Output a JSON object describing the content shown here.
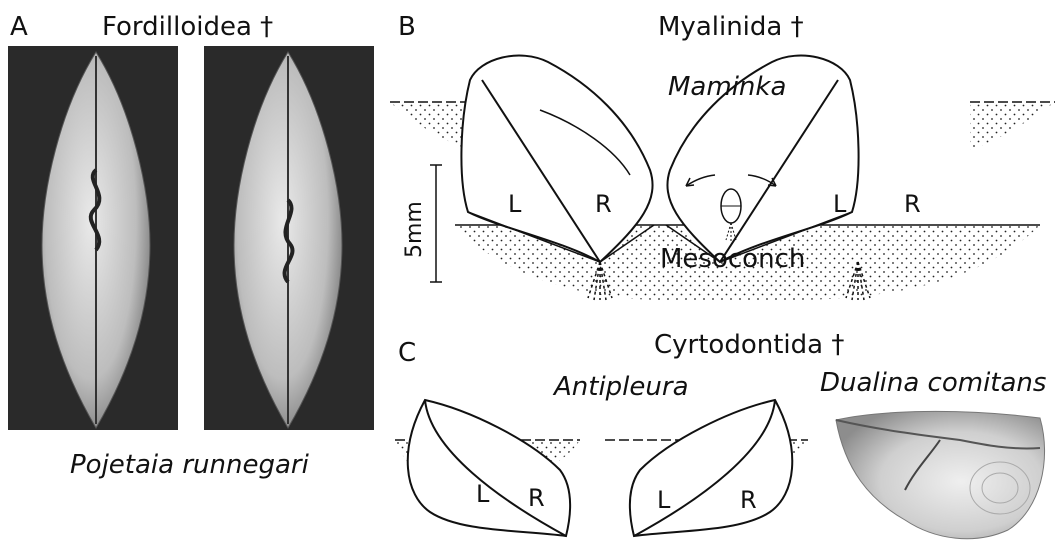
{
  "panel_a": {
    "letter": "A",
    "title": "Fordilloidea †",
    "species": "Pojetaia runnegari"
  },
  "panel_b": {
    "letter": "B",
    "title": "Myalinida †",
    "genus": "Maminka",
    "label_mesoconch": "Mesoconch",
    "scale_label": "5mm",
    "left_valve": {
      "l": "L",
      "r": "R"
    },
    "right_valve": {
      "l": "L",
      "r": "R"
    }
  },
  "panel_c": {
    "letter": "C",
    "title": "Cyrtodontida †",
    "genus": "Antipleura",
    "species": "Dualina comitans",
    "left_valve": {
      "l": "L",
      "r": "R"
    },
    "right_valve": {
      "l": "L",
      "r": "R"
    }
  },
  "colors": {
    "ink": "#111111",
    "photo_bg": "#2a2a2a",
    "shell_photo": "#d9d9d9"
  }
}
